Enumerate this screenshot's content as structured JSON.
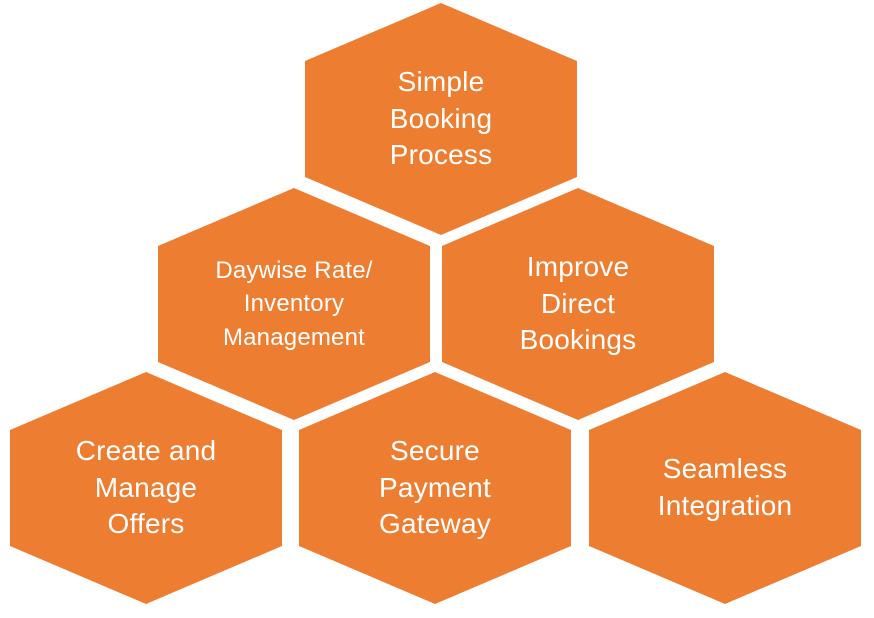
{
  "diagram": {
    "type": "hexagon-honeycomb-feature-diagram",
    "background_color": "#ffffff",
    "hexagon_color": "#ED7D31",
    "label_color": "#ffffff",
    "hexagons": [
      {
        "id": "simple-booking-process",
        "label": "Simple\nBooking\nProcess"
      },
      {
        "id": "daywise-rate-inventory",
        "label": "Daywise Rate/\nInventory\nManagement"
      },
      {
        "id": "improve-direct-bookings",
        "label": "Improve\nDirect\nBookings"
      },
      {
        "id": "create-and-manage-offers",
        "label": "Create and\nManage\nOffers"
      },
      {
        "id": "secure-payment-gateway",
        "label": "Secure\nPayment\nGateway"
      },
      {
        "id": "seamless-integration",
        "label": "Seamless\nIntegration"
      }
    ]
  }
}
